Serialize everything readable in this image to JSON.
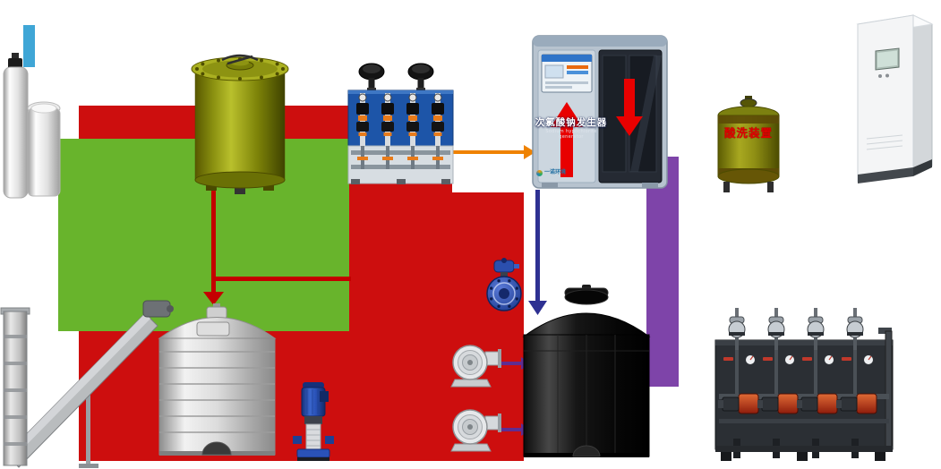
{
  "diagram": {
    "generator": {
      "title": "次氯酸钠发生器",
      "subtitle": "Sodium hypochlorite generator",
      "logo_text": "一诺环境"
    },
    "acid_wash": {
      "label": "酸洗装置"
    }
  },
  "colors": {
    "red_region": "#cd0e0e",
    "green_region": "#68b42c",
    "purple_path": "#7e44a9",
    "orange_arrow": "#ef8200",
    "blue_arrow": "#2e3192",
    "red_arrow": "#c40000",
    "purple_arrow": "#5f2d91",
    "olive_tank": "#8a9010",
    "skid_panel_blue": "#1d55a8",
    "pump_red": "#b03018"
  },
  "equipment": [
    "water-softener-set",
    "chemical-mixing-tank",
    "metering-pump-skid",
    "sodium-hypochlorite-generator",
    "acid-washing-tank",
    "electrical-control-cabinet",
    "screw-conveyor",
    "salt-storage-tank",
    "vertical-multistage-pump",
    "butterfly-valve",
    "air-blower-1",
    "air-blower-2",
    "hypo-storage-tank",
    "dosing-pump-skid"
  ]
}
